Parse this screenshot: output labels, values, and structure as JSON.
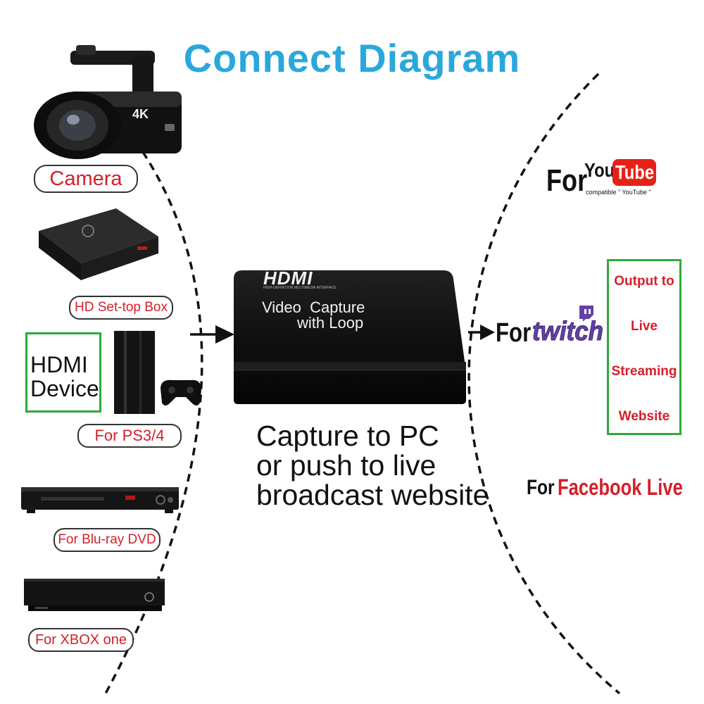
{
  "title": "Connect Diagram",
  "colors": {
    "title": "#2aa8dc",
    "label_red": "#d4202a",
    "box_green": "#2eaa3a",
    "youtube_red": "#e62117",
    "twitch_purple": "#6441a5"
  },
  "devices": [
    {
      "label": "Camera",
      "icon": "camcorder-icon"
    },
    {
      "label": "HD Set-top Box",
      "icon": "set-top-box-icon"
    },
    {
      "label": "For PS3/4",
      "icon": "ps4-console-icon"
    },
    {
      "label": "For Blu-ray DVD",
      "icon": "blu-ray-player-icon"
    },
    {
      "label": "For XBOX one",
      "icon": "xbox-one-console-icon"
    }
  ],
  "hdmi_device": {
    "line1": "HDMI",
    "line2": "Device"
  },
  "capture_box": {
    "logo": "HDMI",
    "logo_sub": "HIGH-DEFINITION MULTIMEDIA INTERFACE",
    "line1": "Video  Capture",
    "line2": "with Loop"
  },
  "capture_text": [
    "Capture to PC",
    "or push to live",
    "broadcast website"
  ],
  "outputs": {
    "youtube": {
      "for": "For",
      "you": "You",
      "tube": "Tube",
      "compat": "compatible \" YouTube \""
    },
    "twitch": {
      "for": "For",
      "brand": "twitch"
    },
    "facebook": {
      "for": "For",
      "brand": "Facebook Live"
    }
  },
  "live_box": [
    "Output to",
    "Live",
    "Streaming",
    "Website"
  ]
}
